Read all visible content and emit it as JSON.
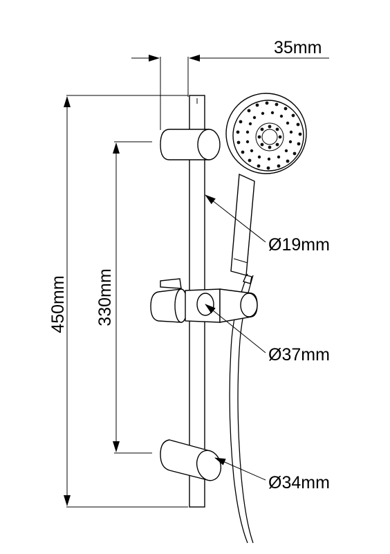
{
  "dimensions": {
    "clearance": "35mm",
    "rail_diameter": "Ø19mm",
    "slider_diameter": "Ø37mm",
    "bracket_diameter": "Ø34mm",
    "overall_height": "450mm",
    "bracket_spacing": "330mm"
  }
}
